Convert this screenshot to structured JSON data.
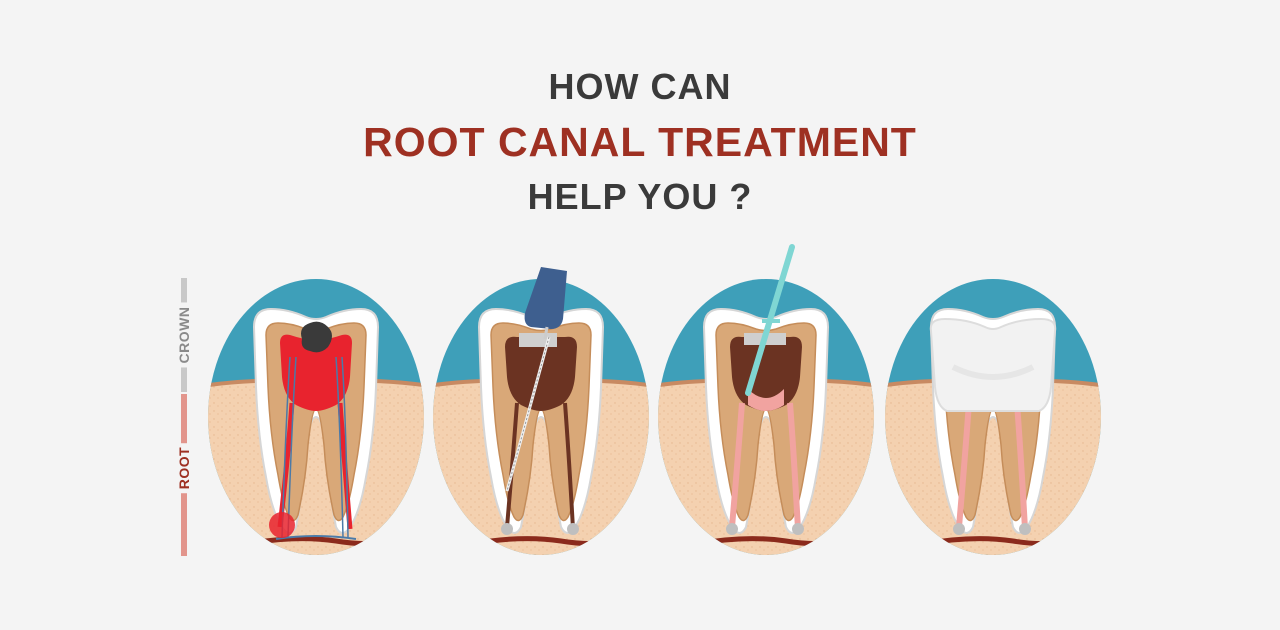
{
  "title": {
    "line1": "HOW CAN",
    "line2": "ROOT CANAL TREATMENT",
    "line3": "HELP YOU ?"
  },
  "scale": {
    "crown_label": "CROWN",
    "root_label": "ROOT"
  },
  "colors": {
    "accent": "#9e3022",
    "dark_text": "#3a3a3a",
    "sky": "#3e9fb9",
    "gum": "#f4d1b0",
    "infection": "#e8232e",
    "pulp_cleaned": "#5a2a1c",
    "instrument_blue": "#3e5f8f",
    "needle_cyan": "#7fd6d3"
  },
  "stages": [
    {
      "name": "infected-tooth"
    },
    {
      "name": "pulp-removal"
    },
    {
      "name": "canal-filling"
    },
    {
      "name": "crown-restored"
    }
  ]
}
